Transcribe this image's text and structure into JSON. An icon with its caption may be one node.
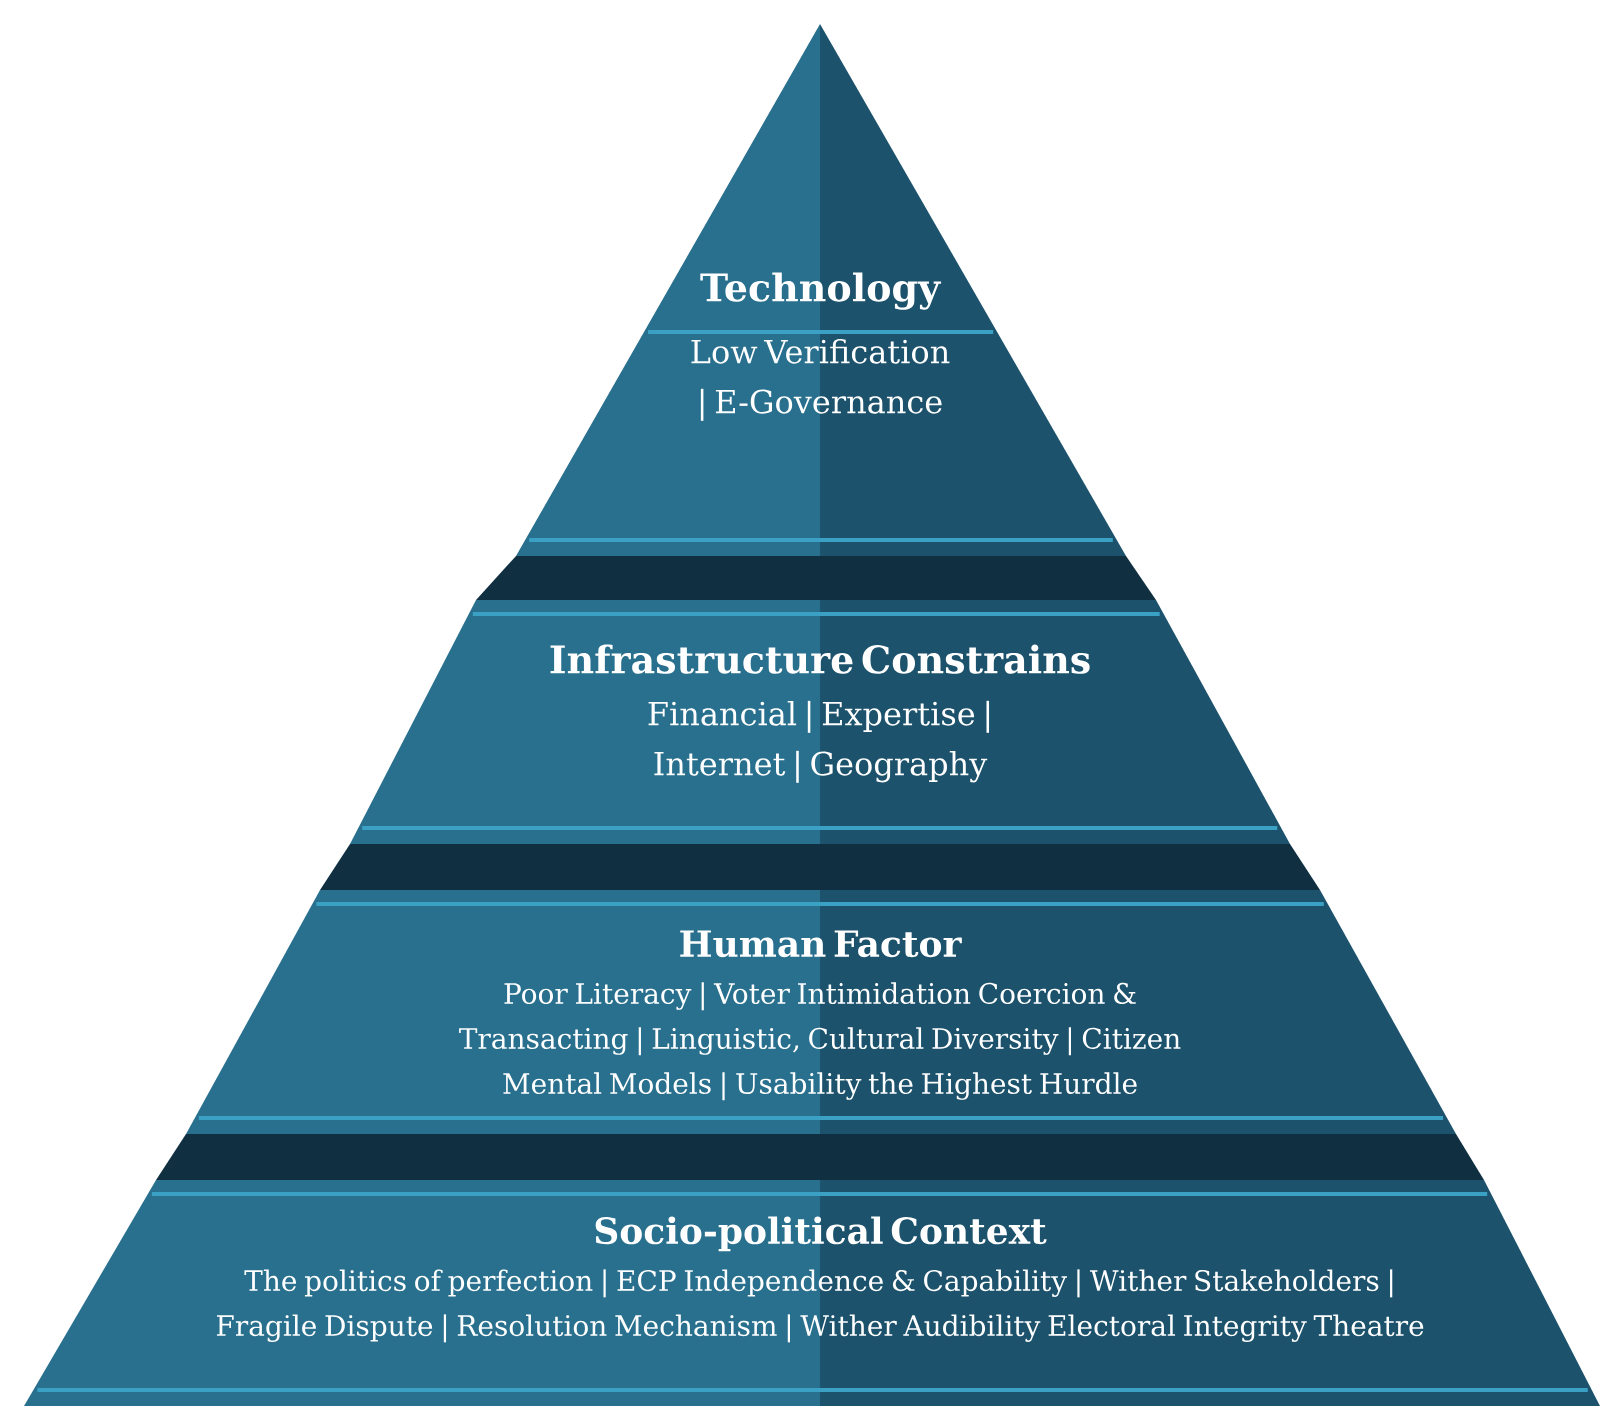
{
  "diagram": {
    "nodes": [
      {
        "text": [
          "Technology",
          "Low Verification | E-Governance"
        ]
      },
      {
        "text": [
          "Infrastructure Constrains",
          "Financial | Expertise | Internet | Geography"
        ]
      },
      {
        "text": [
          "Human Factor",
          "Poor Literacy | Voter Intimidation Coercion & Transacting | Linguistic, Cultural Diversity | Citizen Mental Models | Usability the Highest Hurdle"
        ]
      },
      {
        "text": [
          "Socio-political Context",
          "The politics of perfection | ECP Independence & Capability | Wither Stakeholders | Fragile Dispute | Resolution Mechanism | Wither Audibility Electoral Integrity Theatre"
        ]
      }
    ]
  }
}
